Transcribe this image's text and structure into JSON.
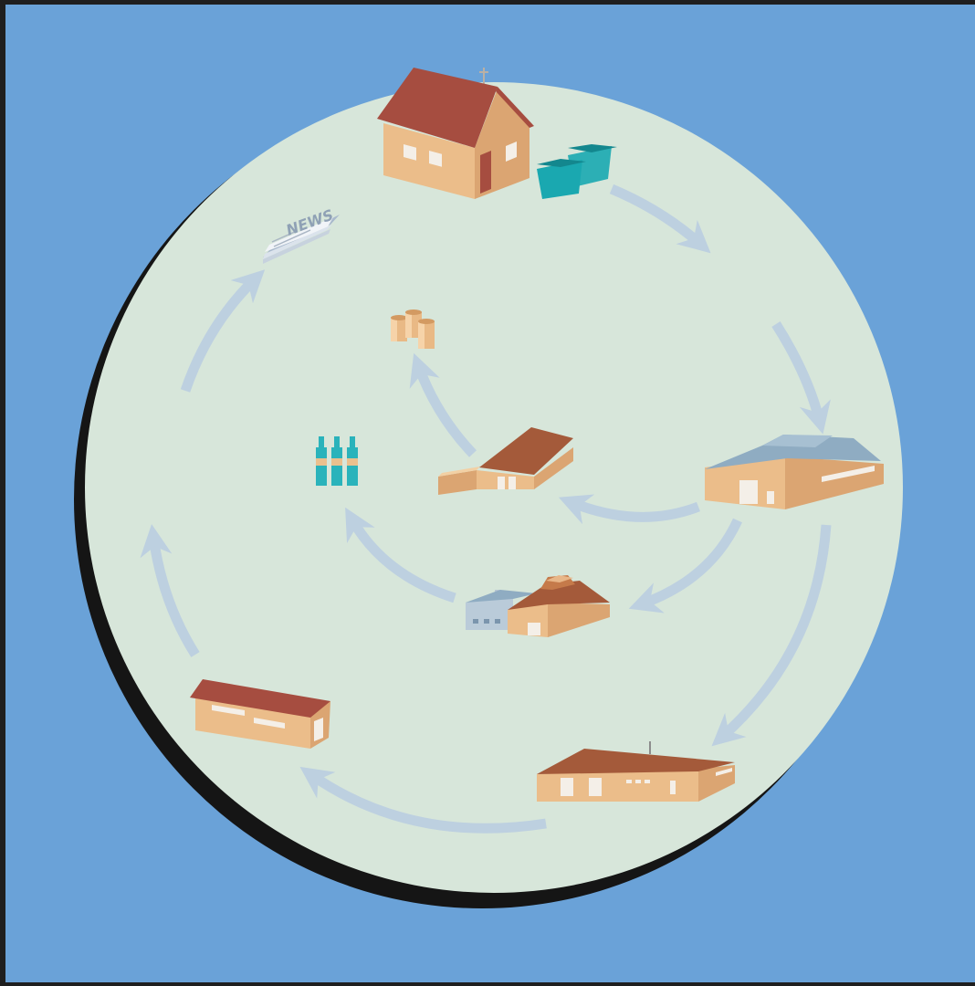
{
  "colors": {
    "frame": "#1f1f1f",
    "background": "#6aa2d8",
    "disc": "#d7e6da",
    "disc_shadow": "#151515",
    "arrow": "#bdd0e0",
    "wall": "#ebbd8a",
    "wall_dark": "#dba572",
    "roof_red": "#a64d40",
    "roof_brown": "#a45a3a",
    "roof_blue": "#8facc2",
    "bin": "#1aa8b0",
    "bottle": "#2ab3bb",
    "window": "#f4efe8"
  },
  "newspaper": {
    "text": "NEWS"
  },
  "nodes": [
    {
      "name": "home",
      "icon": "house-icon"
    },
    {
      "name": "recycling-bins",
      "icon": "recycling-bins-icon"
    },
    {
      "name": "sorting-facility",
      "icon": "sorting-facility-icon"
    },
    {
      "name": "aluminum-smelter",
      "icon": "factory-icon"
    },
    {
      "name": "aluminum-cans",
      "icon": "cans-icon"
    },
    {
      "name": "glass-plant",
      "icon": "glass-plant-icon"
    },
    {
      "name": "glass-bottles",
      "icon": "bottles-icon"
    },
    {
      "name": "paper-mill",
      "icon": "paper-mill-icon"
    },
    {
      "name": "warehouse",
      "icon": "warehouse-icon"
    },
    {
      "name": "newspaper",
      "icon": "newspaper-icon"
    }
  ]
}
